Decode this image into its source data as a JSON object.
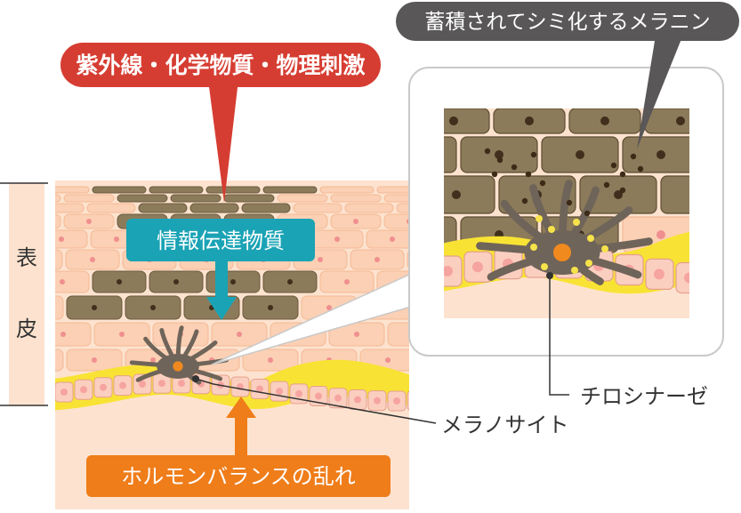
{
  "labels": {
    "uv_stimulus": "紫外線・化学物質・物理刺激",
    "info_substance": "情報伝達物質",
    "hormone_imbalance": "ホルモンバランスの乱れ",
    "accumulated_melanin": "蓄積されてシミ化するメラニン",
    "melanocyte": "メラノサイト",
    "tyrosinase": "チロシナーゼ",
    "epidermis_1": "表",
    "epidermis_2": "皮"
  },
  "colors": {
    "uv_callout": "#d63d32",
    "info_callout": "#1aa3b5",
    "hormone_callout": "#ef7d1a",
    "melanin_callout": "#595757",
    "skin_base": "#fde3cf",
    "skin_cell": "#fbd0b4",
    "pigmented_cell": "#8c7b5a",
    "basal_yellow": "#f8e334",
    "basal_cell": "#f6a4a0",
    "melanocyte": "#6f6459"
  }
}
